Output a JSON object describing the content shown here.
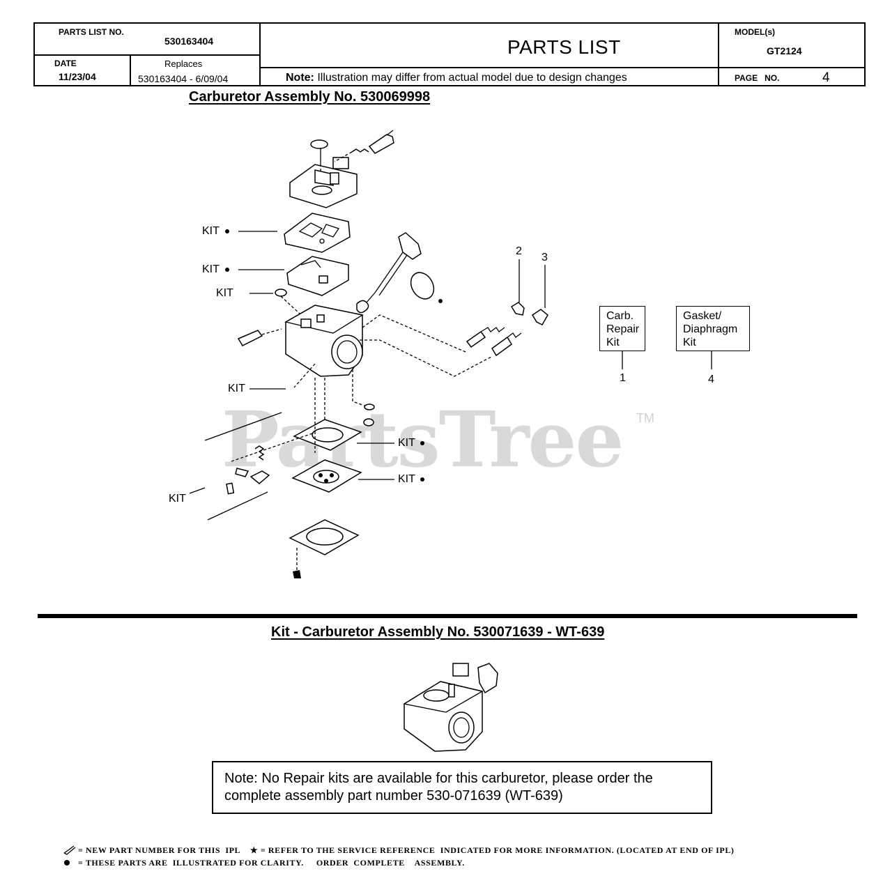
{
  "header": {
    "parts_list_no_label": "PARTS LIST NO.",
    "parts_list_no": "530163404",
    "title": "PARTS LIST",
    "models_label": "MODEL(s)",
    "model": "GT2124",
    "date_label": "DATE",
    "date": "11/23/04",
    "replaces_label": "Replaces",
    "replaces_value": "530163404 - 6/09/04",
    "note_label": "Note:",
    "note_text": " Illustration may differ from actual model due to design changes",
    "page_label": "PAGE   NO.",
    "page_no": "4"
  },
  "section1_title": "Carburetor Assembly No. 530069998",
  "callouts": {
    "kit": "KIT",
    "n1": "1",
    "n2": "2",
    "n3": "3",
    "n4": "4"
  },
  "legend": {
    "carb_kit": [
      "Carb.",
      "Repair",
      "Kit"
    ],
    "gasket_kit": [
      "Gasket/",
      "Diaphragm",
      "Kit"
    ]
  },
  "watermark": {
    "text": "PartsTree",
    "tm": "TM"
  },
  "section2_title": "Kit - Carburetor Assembly No. 530071639 - WT-639",
  "note_box": {
    "line1": "Note: No Repair kits are available for this carburetor, please order the",
    "line2": "complete assembly part number 530-071639 (WT-639)"
  },
  "footer": {
    "line1": "= NEW PART NUMBER FOR THIS  IPL    ★ = REFER TO THE SERVICE REFERENCE  INDICATED FOR MORE INFORMATION. (LOCATED AT END OF IPL)",
    "line2": "= THESE PARTS ARE  ILLUSTRATED FOR CLARITY.     ORDER  COMPLETE    ASSEMBLY."
  }
}
